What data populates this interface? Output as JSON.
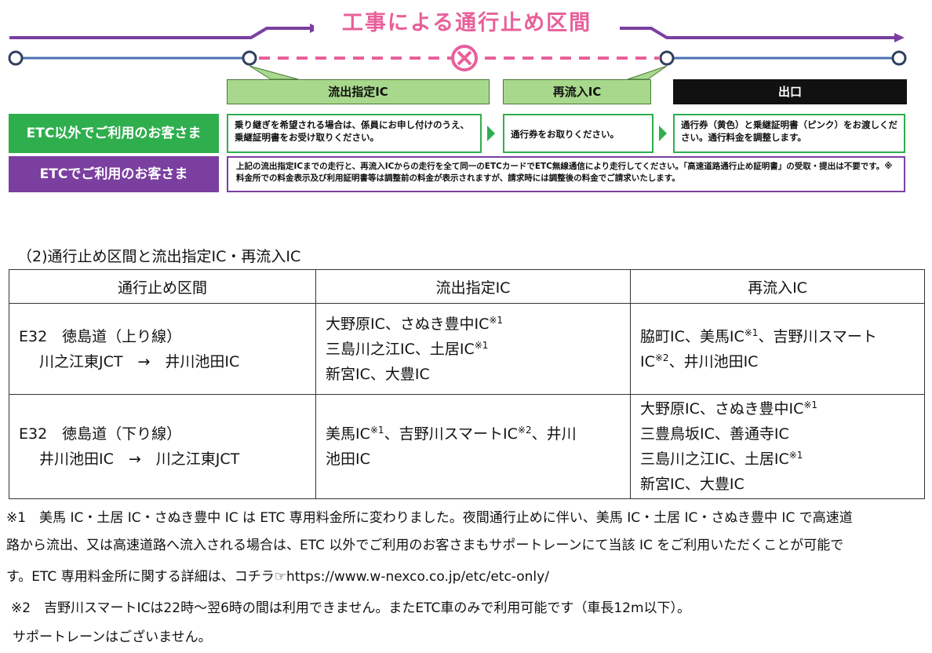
{
  "banner": {
    "title": "工事による通行止め区間",
    "colors": {
      "purple": "#7b3fa0",
      "blue": "#4a6fb0",
      "pink": "#e8609a",
      "green": "#2fae4e"
    }
  },
  "stages": {
    "exit_ic": "流出指定IC",
    "reentry_ic": "再流入IC",
    "exit": "出口"
  },
  "rows": {
    "non_etc": {
      "label": "ETC以外でご利用のお客さま",
      "step1": "乗り継ぎを希望される場合は、係員にお申し付けのうえ、乗継証明書をお受け取りください。",
      "step2": "通行券をお取りください。",
      "step3": "通行券（黄色）と乗継証明書（ピンク）をお渡しください。通行料金を調整します。"
    },
    "etc": {
      "label": "ETCでご利用のお客さま",
      "text": "上記の流出指定ICまでの走行と、再流入ICからの走行を全て同一のETCカードでETC無線通信により走行してください。「高速道路通行止め証明書」の受取・提出は不要です。※料金所での料金表示及び利用証明書等は調整前の料金が表示されますが、請求時には調整後の料金でご請求いたします。"
    }
  },
  "section_title": "（2)通行止め区間と流出指定IC・再流入IC",
  "table": {
    "headers": [
      "通行止め区間",
      "流出指定IC",
      "再流入IC"
    ],
    "row1": {
      "section_line1": "E32　徳島道（上り線）",
      "section_line2": "川之江東JCT　→　井川池田IC",
      "exit_a": "大野原IC、さぬき豊中IC",
      "exit_b": "三島川之江IC、土居IC",
      "exit_c": "新宮IC、大豊IC",
      "reentry_a": "脇町IC、美馬IC",
      "reentry_b": "、吉野川スマート",
      "reentry_c": "IC",
      "reentry_d": "、井川池田IC"
    },
    "row2": {
      "section_line1": "E32　徳島道（下り線）",
      "section_line2": "井川池田IC　→　川之江東JCT",
      "exit_a": "美馬IC",
      "exit_b": "、吉野川スマートIC",
      "exit_c": "、井川",
      "exit_d": "池田IC",
      "reentry_a": "大野原IC、さぬき豊中IC",
      "reentry_b": "三豊鳥坂IC、善通寺IC",
      "reentry_c": "三島川之江IC、土居IC",
      "reentry_d": "新宮IC、大豊IC"
    },
    "mark1": "※1",
    "mark2": "※2"
  },
  "notes": {
    "n1_line1": "※1　美馬 IC・土居 IC・さぬき豊中 IC は ETC 専用料金所に変わりました。夜間通行止めに伴い、美馬 IC・土居 IC・さぬき豊中 IC で高速道",
    "n1_line2": "路から流出、又は高速道路へ流入される場合は、ETC 以外でご利用のお客さまもサポートレーンにて当該 IC をご利用いただくことが可能で",
    "n1_line3": "す。ETC 専用料金所に関する詳細は、コチラ☞https://www.w-nexco.co.jp/etc/etc-only/",
    "n2_line1": "※2　吉野川スマートICは22時～翌6時の間は利用できません。またETC車のみで利用可能です（車長12m以下）。",
    "n2_line2": "サポートレーンはございません。"
  }
}
